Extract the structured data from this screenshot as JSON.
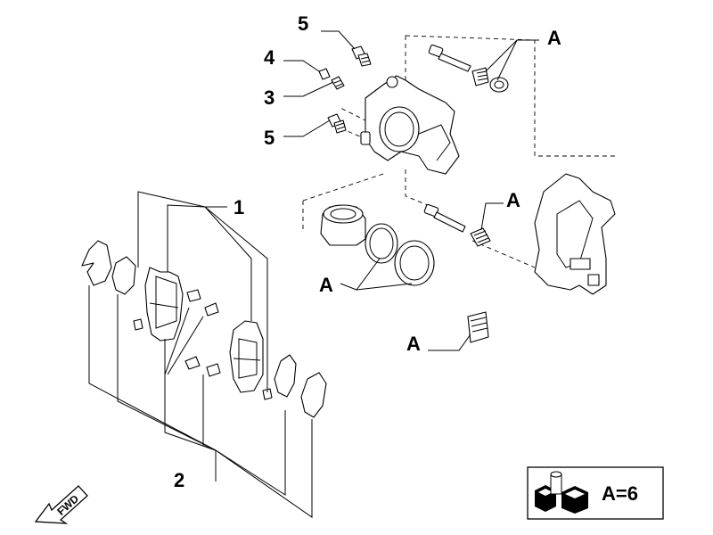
{
  "callouts": {
    "c1": "1",
    "c2": "2",
    "c3": "3",
    "c4": "4",
    "c5a": "5",
    "c5b": "5",
    "a1": "A",
    "a2": "A",
    "a3": "A",
    "a4": "A"
  },
  "kit": {
    "label": "A=6"
  },
  "fwd": {
    "label": "FWD"
  },
  "icons": {
    "kit": "repair-kit-icon",
    "fwd": "forward-arrow-icon"
  }
}
